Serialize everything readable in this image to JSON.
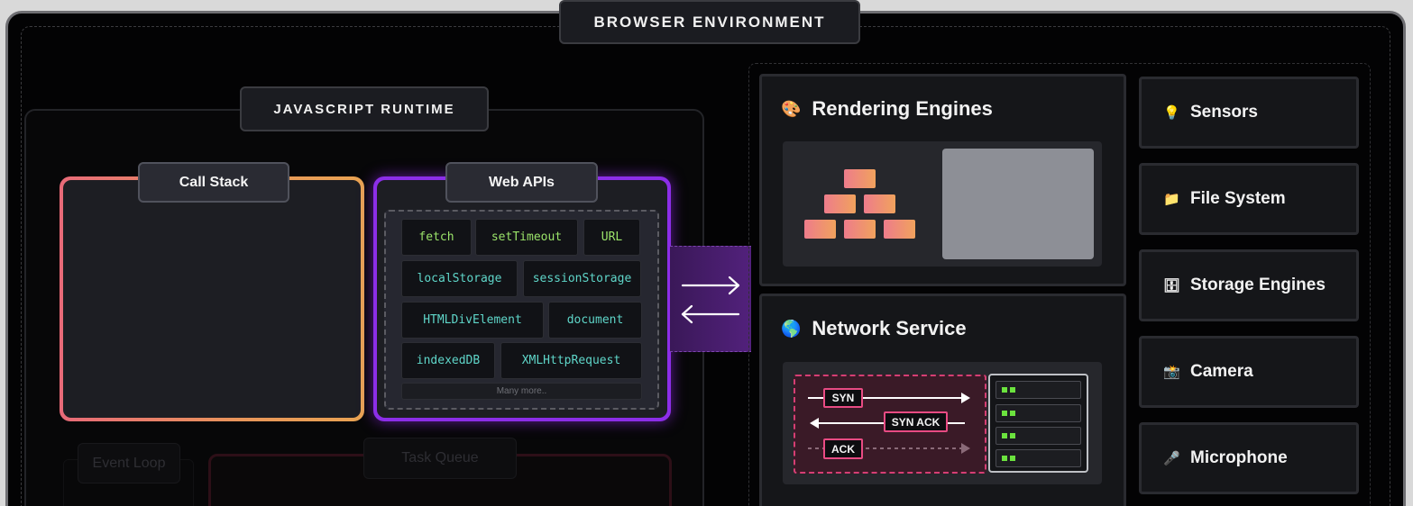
{
  "browser_title": "BROWSER ENVIRONMENT",
  "runtime_title": "JAVASCRIPT RUNTIME",
  "call_stack_label": "Call Stack",
  "web_apis_label": "Web APIs",
  "web_apis": [
    {
      "label": "fetch"
    },
    {
      "label": "setTimeout"
    },
    {
      "label": "URL"
    },
    {
      "label": "localStorage"
    },
    {
      "label": "sessionStorage"
    },
    {
      "label": "HTMLDivElement"
    },
    {
      "label": "document"
    },
    {
      "label": "indexedDB"
    },
    {
      "label": "XMLHttpRequest"
    }
  ],
  "web_apis_more": "Many more..",
  "event_loop_label": "Event Loop",
  "task_queue_label": "Task Queue",
  "rendering": {
    "title": "Rendering Engines",
    "icon": "palette"
  },
  "network": {
    "title": "Network Service",
    "icon": "globe",
    "packets": {
      "syn": "SYN",
      "syn_ack": "SYN ACK",
      "ack": "ACK"
    }
  },
  "side_cards": [
    {
      "label": "Sensors",
      "icon": "lightbulb"
    },
    {
      "label": "File System",
      "icon": "folder"
    },
    {
      "label": "Storage Engines",
      "icon": "file-cabinet"
    },
    {
      "label": "Camera",
      "icon": "camera"
    },
    {
      "label": "Microphone",
      "icon": "microphone"
    }
  ],
  "colors": {
    "call_stack_gradient": [
      "#e86a78",
      "#e9a352"
    ],
    "web_apis_border": "#8c2ee8",
    "api_green": "#9be46a",
    "api_teal": "#5fd6c9",
    "packet_pink": "#e84b83",
    "server_led": "#6be33e"
  }
}
